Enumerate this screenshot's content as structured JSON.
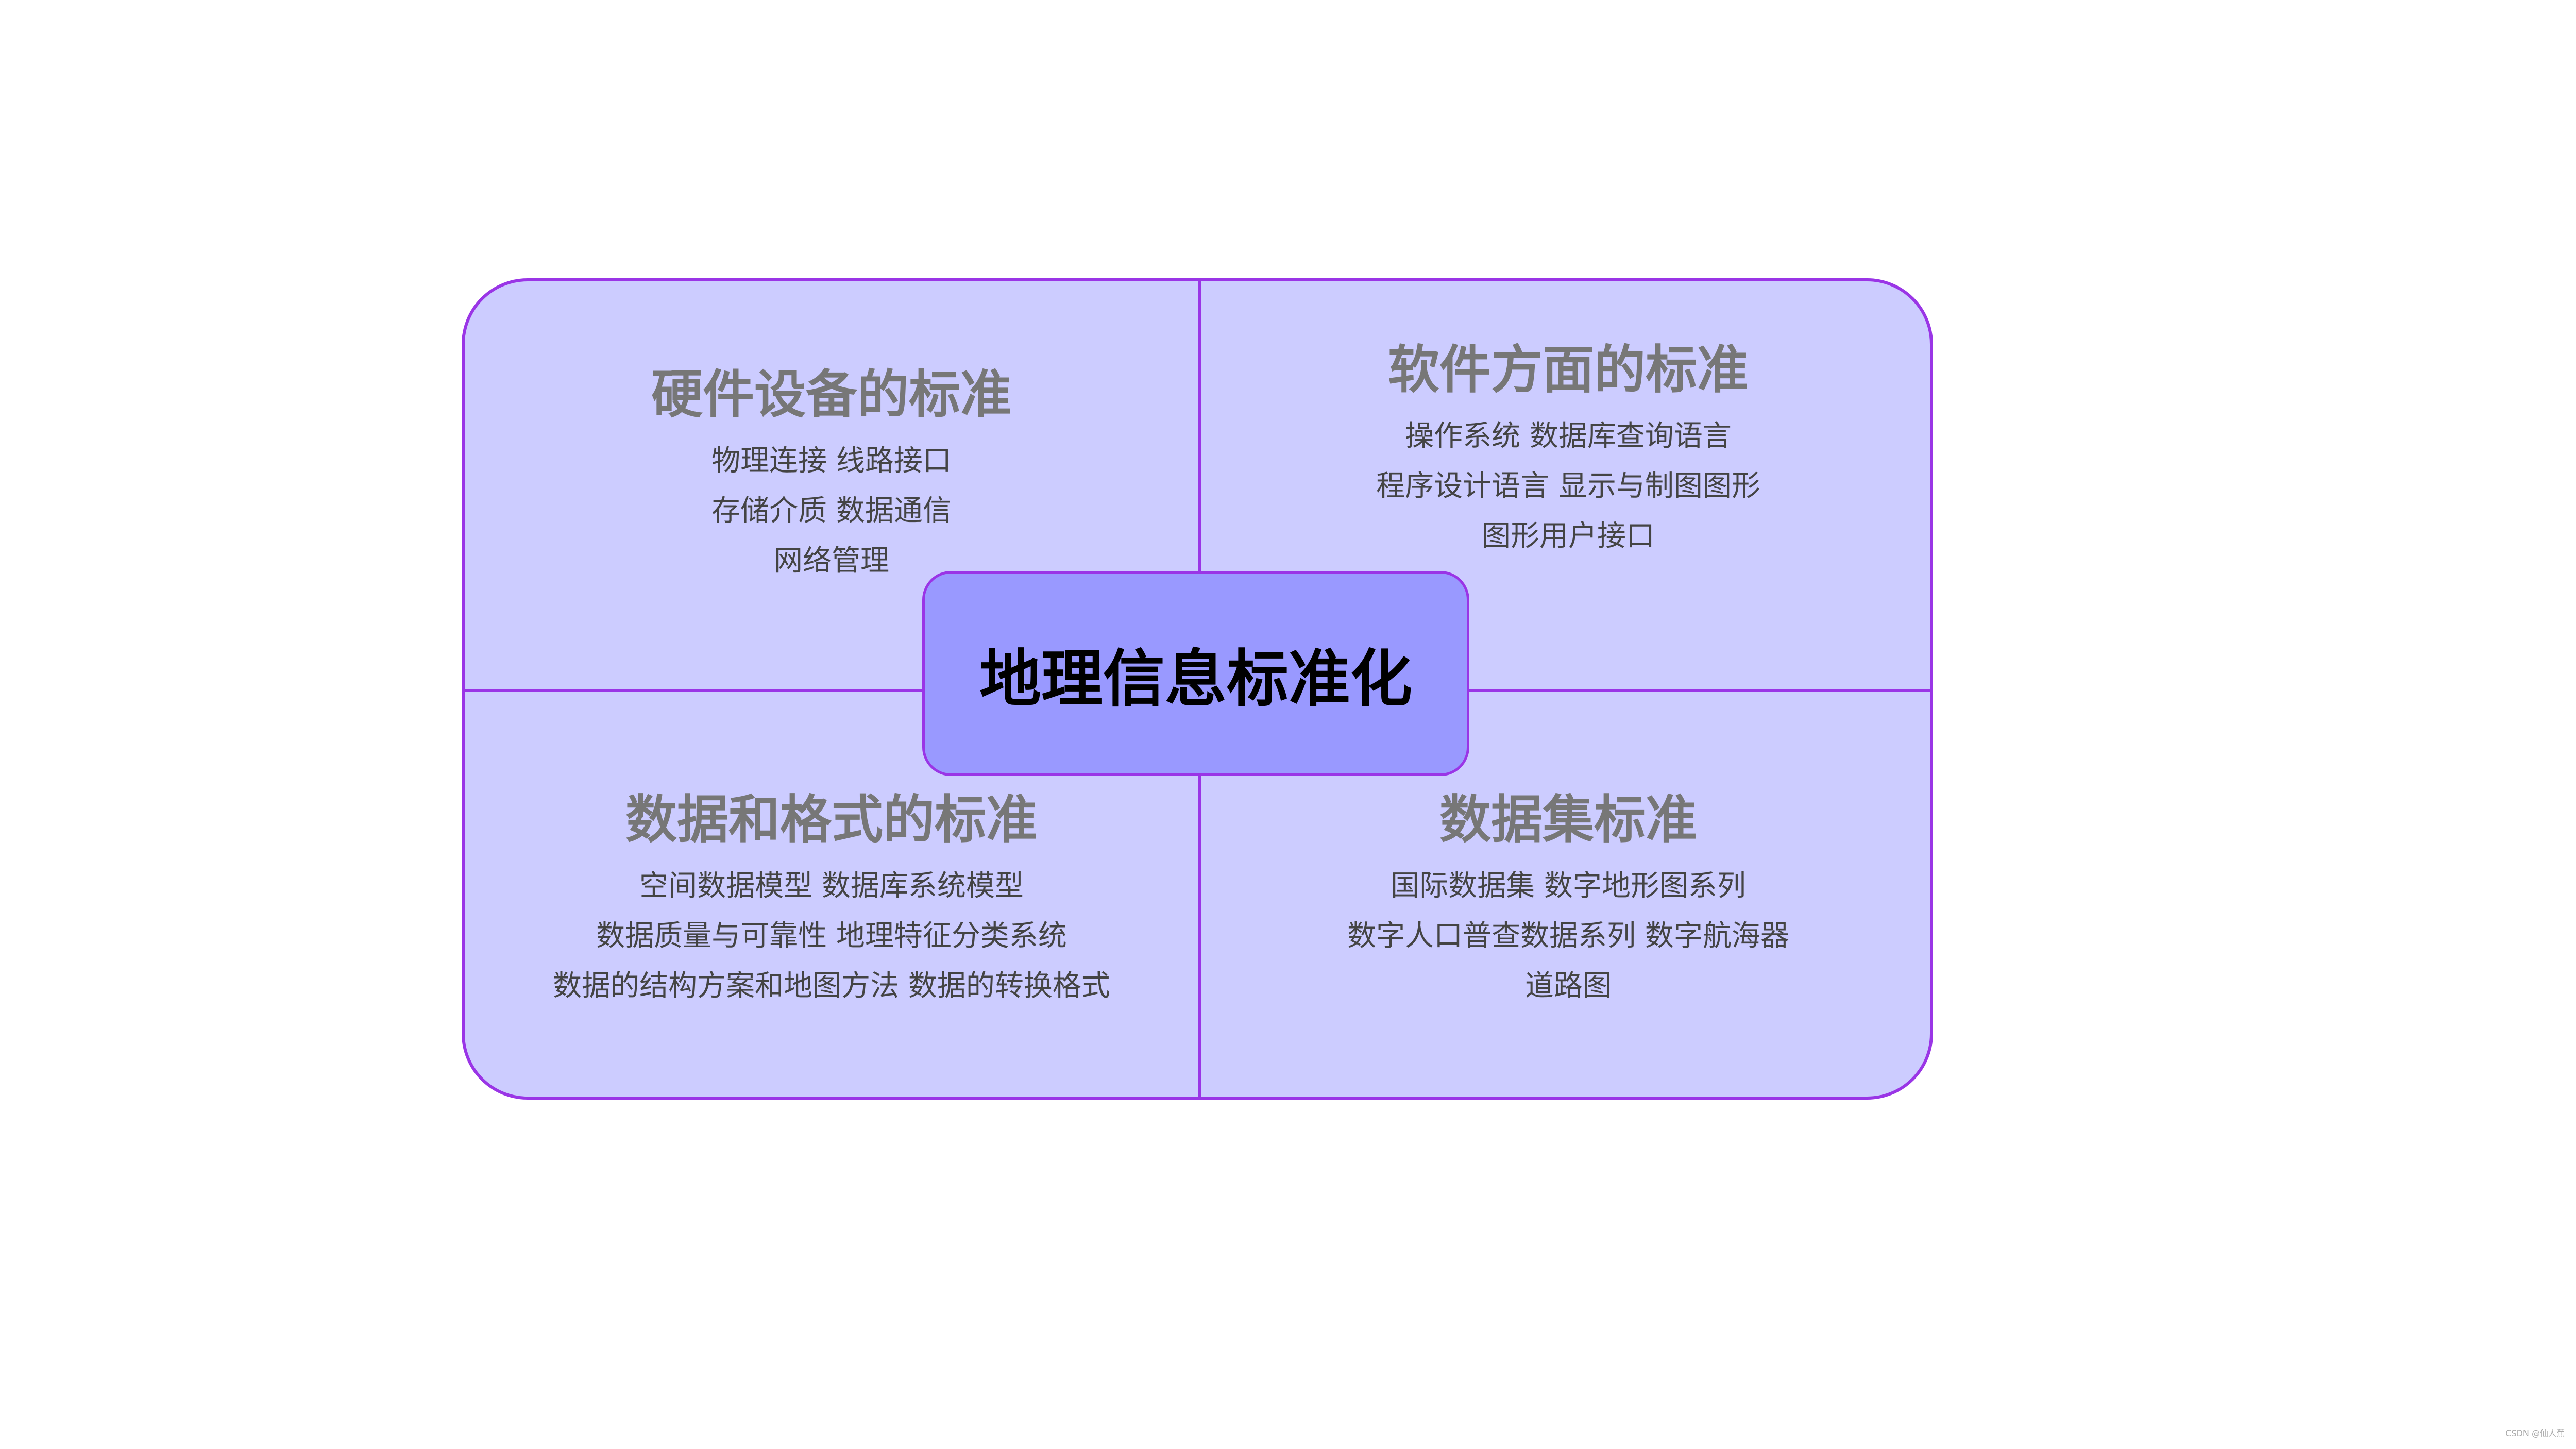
{
  "center": {
    "title": "地理信息标准化"
  },
  "quadrants": [
    {
      "title": "硬件设备的标准",
      "lines": [
        "物理连接  线路接口",
        "存储介质  数据通信",
        "网络管理"
      ]
    },
    {
      "title": "软件方面的标准",
      "lines": [
        "操作系统  数据库查询语言",
        "程序设计语言  显示与制图图形",
        "图形用户接口"
      ]
    },
    {
      "title": "数据和格式的标准",
      "lines": [
        "空间数据模型  数据库系统模型",
        "数据质量与可靠性  地理特征分类系统",
        "数据的结构方案和地图方法  数据的转换格式"
      ]
    },
    {
      "title": "数据集标准",
      "lines": [
        "国际数据集  数字地形图系列",
        "数字人口普查数据系列  数字航海器",
        "道路图"
      ]
    }
  ],
  "watermark": "CSDN @仙人蕉",
  "colors": {
    "quadrant_fill": "#ccccff",
    "border": "#9a35e6",
    "center_fill": "#9999ff",
    "title_text": "#777777",
    "item_text": "#444444"
  }
}
